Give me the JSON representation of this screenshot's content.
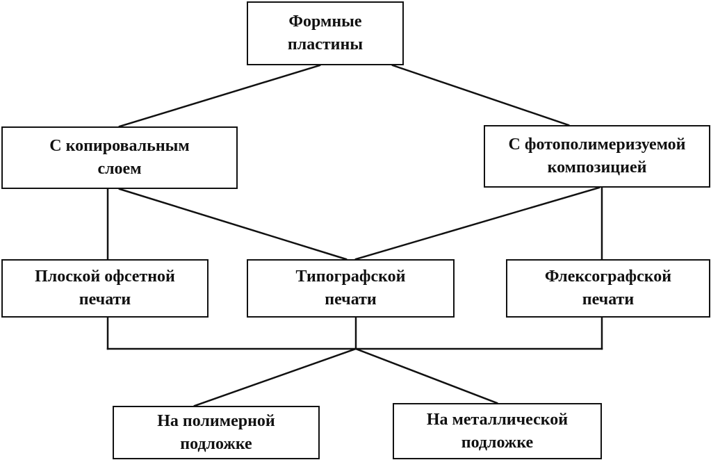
{
  "diagram": {
    "nodes": {
      "root": {
        "label": "Формные\nпластины"
      },
      "copy_layer": {
        "label": "С копировальным\nслоем"
      },
      "photopolymer": {
        "label": "С фотополимеризуемой\nкомпозицией"
      },
      "offset": {
        "label": "Плоской офсетной\nпечати"
      },
      "typographic": {
        "label": "Типографской\nпечати"
      },
      "flexographic": {
        "label": "Флексографской\nпечати"
      },
      "polymer_base": {
        "label": "На полимерной\nподложке"
      },
      "metal_base": {
        "label": "На металлической\nподложке"
      }
    }
  }
}
